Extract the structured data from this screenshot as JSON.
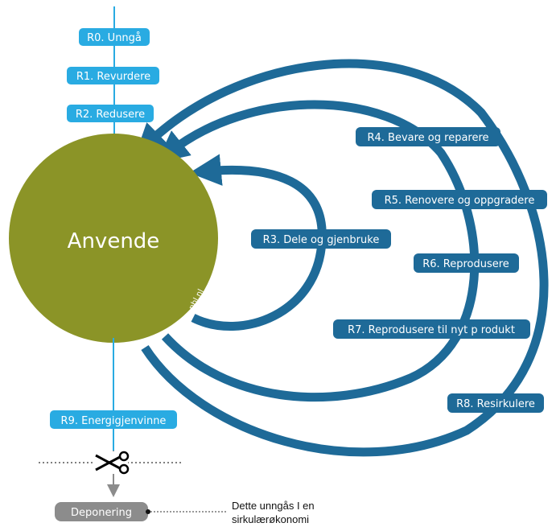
{
  "center_label": "Anvende",
  "watermark": "pbl.nl",
  "inflow_steps": [
    "R0. Unngå",
    "R1. Revurdere",
    "R2. Redusere"
  ],
  "loops": [
    {
      "id": "r3",
      "label": "R3. Dele og gjenbruke"
    },
    {
      "id": "r4",
      "label": "R4. Bevare og reparere"
    },
    {
      "id": "r5",
      "label": "R5. Renovere og oppgradere"
    },
    {
      "id": "r6",
      "label": "R6. Reprodusere"
    },
    {
      "id": "r7",
      "label": "R7. Reprodusere til nyt p rodukt"
    },
    {
      "id": "r8",
      "label": "R8. Resirkulere"
    }
  ],
  "outflow_step": "R9. Energigjenvinne",
  "disposal_label": "Deponering",
  "disposal_note": "Dette unngås I en sirkulærøkonomi",
  "colors": {
    "light_blue": "#29abe2",
    "dark_blue": "#1e6a98",
    "olive": "#8b9427",
    "grey": "#8c8c8c"
  }
}
